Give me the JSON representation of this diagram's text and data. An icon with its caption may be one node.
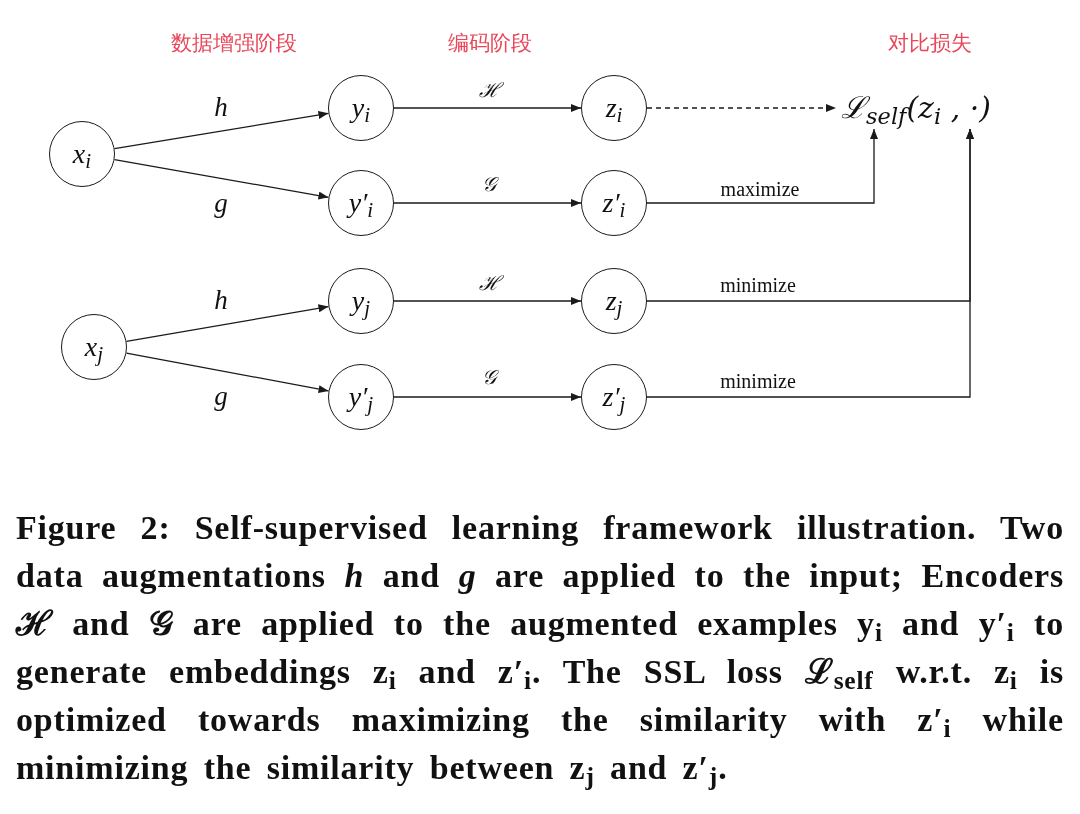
{
  "diagram": {
    "nodes": [
      {
        "text": [
          "x$_{i}$"
        ]
      },
      {
        "text": [
          "y$_{i}$"
        ]
      },
      {
        "text": [
          "y′$_{i}$"
        ]
      },
      {
        "text": [
          "z$_{i}$"
        ]
      },
      {
        "text": [
          "z′$_{i}$"
        ]
      },
      {
        "text": [
          "x$_{j}$"
        ]
      },
      {
        "text": [
          "y$_{j}$"
        ]
      },
      {
        "text": [
          "y′$_{j}$"
        ]
      },
      {
        "text": [
          "z$_{j}$"
        ]
      },
      {
        "text": [
          "z′$_{j}$"
        ]
      },
      {
        "text": [
          "ℒ$_{self}$(z$_{i}$ , ·)"
        ]
      }
    ],
    "edges": [
      {
        "from": 0,
        "to": 1,
        "arrow": "to",
        "label": "h"
      },
      {
        "from": 0,
        "to": 2,
        "arrow": "to",
        "label": "g"
      },
      {
        "from": 5,
        "to": 6,
        "arrow": "to",
        "label": "h"
      },
      {
        "from": 5,
        "to": 7,
        "arrow": "to",
        "label": "g"
      },
      {
        "from": 1,
        "to": 3,
        "arrow": "to",
        "label": "ℋ"
      },
      {
        "from": 2,
        "to": 4,
        "arrow": "to",
        "label": "𝒢"
      },
      {
        "from": 6,
        "to": 8,
        "arrow": "to",
        "label": "ℋ"
      },
      {
        "from": 7,
        "to": 9,
        "arrow": "to",
        "label": "𝒢"
      },
      {
        "from": 3,
        "to": 10,
        "arrow": "to",
        "style": "dashed"
      },
      {
        "from": 4,
        "to": 10,
        "arrow": "to",
        "label": "maximize"
      },
      {
        "from": 8,
        "to": 10,
        "arrow": "to",
        "label": "minimize"
      },
      {
        "from": 9,
        "to": 10,
        "arrow": "to",
        "label": "minimize"
      }
    ],
    "labels": [
      "数据增强阶段",
      "编码阶段",
      "对比损失"
    ],
    "caption": "Figure 2: Self-supervised learning framework illustration. Two data augmentations *h* and *g* are applied to the input; Encoders ℋ and 𝒢 are applied to the augmented examples y$_{i}$ and y′$_{i}$ to generate embeddings z$_{i}$ and z′$_{i}$. The SSL loss ℒ$_{self}$ w.r.t. z$_{i}$ is optimized towards maximizing the similarity with z′$_{i}$ while minimizing the similarity between z$_{j}$ and z′$_{j}$."
  }
}
